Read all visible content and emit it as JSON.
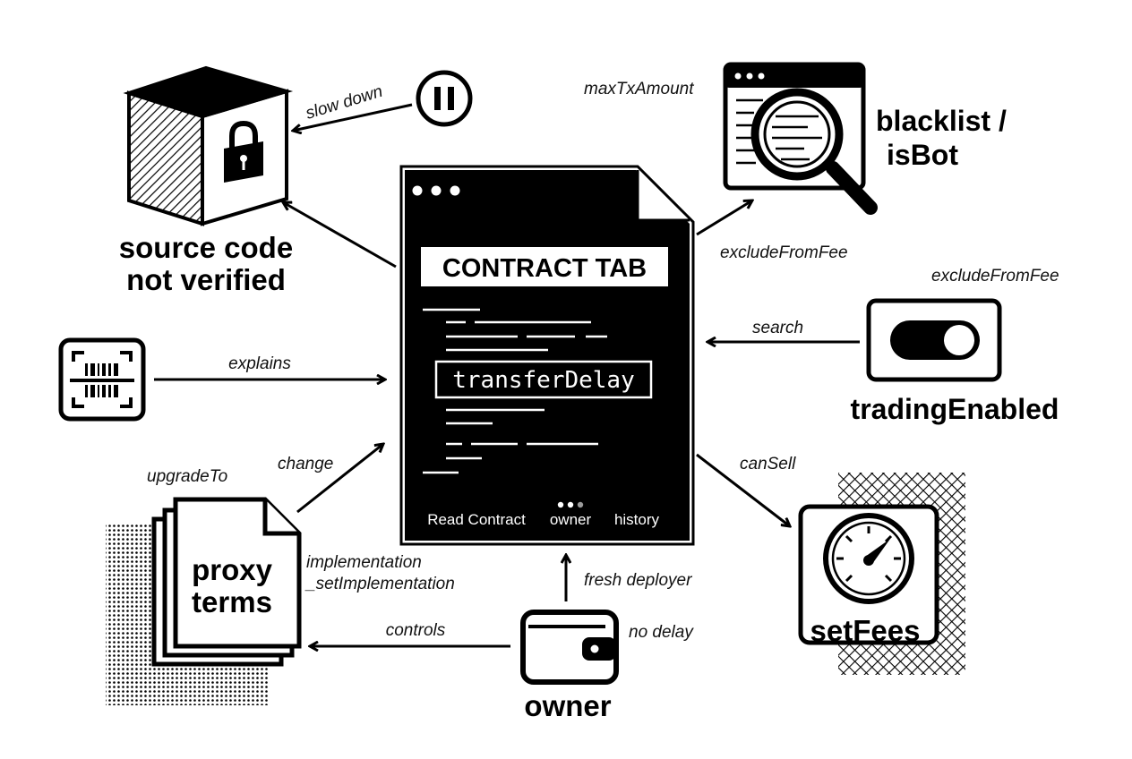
{
  "center_doc": {
    "title": "CONTRACT TAB",
    "function_name": "transferDelay",
    "tabs": [
      "Read Contract",
      "owner",
      "history"
    ]
  },
  "nodes": {
    "source_code": {
      "line1": "source code",
      "line2": "not verified"
    },
    "blacklist": {
      "line1": "blacklist /",
      "line2": "isBot"
    },
    "trading_enabled": {
      "label": "tradingEnabled"
    },
    "set_fees": {
      "label": "setFees"
    },
    "owner": {
      "label": "owner"
    },
    "proxy": {
      "line1": "proxy",
      "line2": "terms"
    }
  },
  "edge_labels": {
    "slow_down": "slow down",
    "max_tx_amount": "maxTxAmount",
    "exclude_from_fee_1": "excludeFromFee",
    "exclude_from_fee_2": "excludeFromFee",
    "search": "search",
    "explains": "explains",
    "can_sell": "canSell",
    "change": "change",
    "upgrade_to": "upgradeTo",
    "implementation": "implementation",
    "set_implementation": "_setImplementation",
    "fresh_deployer": "fresh deployer",
    "no_delay": "no delay",
    "controls": "controls"
  },
  "icons": [
    "lock-icon",
    "pause-icon",
    "magnifier-icon",
    "barcode-scan-icon",
    "toggle-icon",
    "gauge-icon",
    "wallet-icon",
    "document-stack-icon"
  ]
}
